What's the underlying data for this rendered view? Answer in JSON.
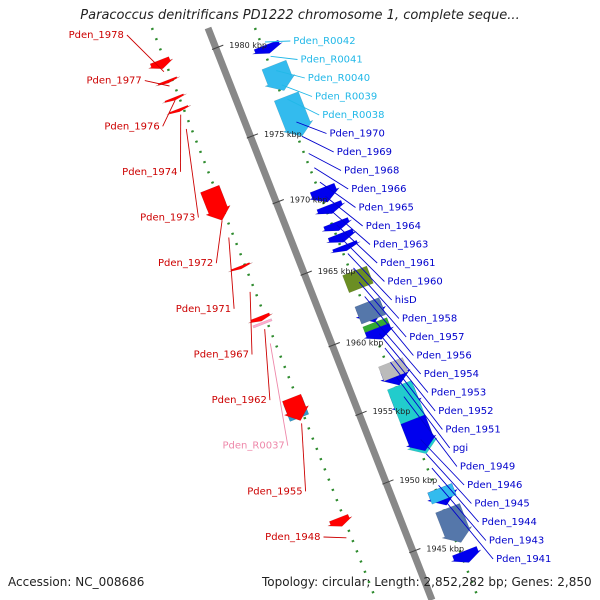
{
  "title": "Paracoccus denitrificans PD1222 chromosome 1, complete seque...",
  "footer": {
    "accession": "Accession: NC_008686",
    "topology": "Topology: circular; Length: 2,852,282 bp; Genes: 2,850"
  },
  "colors": {
    "backbone": "#888888",
    "forward_tick": "#2e8b2e",
    "reverse_label": "#cc0000",
    "reverse_rna_label": "#ee88aa",
    "forward_label": "#0000cc",
    "forward_rna_label": "#22b8e8"
  },
  "scale_labels": [
    {
      "text": "1980 kbp",
      "pos": 0.035
    },
    {
      "text": "1975 kbp",
      "pos": 0.19
    },
    {
      "text": "1970 kbp",
      "pos": 0.305
    },
    {
      "text": "1965 kbp",
      "pos": 0.43
    },
    {
      "text": "1960 kbp",
      "pos": 0.555
    },
    {
      "text": "1955 kbp",
      "pos": 0.675
    },
    {
      "text": "1950 kbp",
      "pos": 0.795
    },
    {
      "text": "1945 kbp",
      "pos": 0.915
    }
  ],
  "left_labels": [
    {
      "text": "Pden_1978",
      "type": "cds",
      "pos": 0.04
    },
    {
      "text": "Pden_1977",
      "type": "cds",
      "pos": 0.065
    },
    {
      "text": "Pden_1976",
      "type": "cds",
      "pos": 0.09
    },
    {
      "text": "Pden_1974",
      "type": "cds",
      "pos": 0.115
    },
    {
      "text": "Pden_1973",
      "type": "cds",
      "pos": 0.14
    },
    {
      "text": "Pden_1972",
      "type": "cds",
      "pos": 0.3
    },
    {
      "text": "Pden_1971",
      "type": "cds",
      "pos": 0.33
    },
    {
      "text": "Pden_1967",
      "type": "cds",
      "pos": 0.425
    },
    {
      "text": "Pden_1962",
      "type": "cds",
      "pos": 0.49
    },
    {
      "text": "Pden_R0037",
      "type": "rna",
      "pos": 0.515
    },
    {
      "text": "Pden_1955",
      "type": "cds",
      "pos": 0.655
    },
    {
      "text": "Pden_1948",
      "type": "cds",
      "pos": 0.855
    }
  ],
  "right_labels": [
    {
      "text": "Pden_R0042",
      "type": "rna",
      "pos": 0.055
    },
    {
      "text": "Pden_R0041",
      "type": "rna",
      "pos": 0.08
    },
    {
      "text": "Pden_R0040",
      "type": "rna",
      "pos": 0.105
    },
    {
      "text": "Pden_R0039",
      "type": "rna",
      "pos": 0.13
    },
    {
      "text": "Pden_R0038",
      "type": "rna",
      "pos": 0.155
    },
    {
      "text": "Pden_1970",
      "type": "cds",
      "pos": 0.195
    },
    {
      "text": "Pden_1969",
      "type": "cds",
      "pos": 0.22
    },
    {
      "text": "Pden_1968",
      "type": "cds",
      "pos": 0.25
    },
    {
      "text": "Pden_1966",
      "type": "cds",
      "pos": 0.275
    },
    {
      "text": "Pden_1965",
      "type": "cds",
      "pos": 0.3
    },
    {
      "text": "Pden_1964",
      "type": "cds",
      "pos": 0.325
    },
    {
      "text": "Pden_1963",
      "type": "cds",
      "pos": 0.35
    },
    {
      "text": "Pden_1961",
      "type": "cds",
      "pos": 0.375
    },
    {
      "text": "Pden_1960",
      "type": "cds",
      "pos": 0.4
    },
    {
      "text": "hisD",
      "type": "cds",
      "pos": 0.425
    },
    {
      "text": "Pden_1958",
      "type": "cds",
      "pos": 0.45
    },
    {
      "text": "Pden_1957",
      "type": "cds",
      "pos": 0.475
    },
    {
      "text": "Pden_1956",
      "type": "cds",
      "pos": 0.5
    },
    {
      "text": "Pden_1954",
      "type": "cds",
      "pos": 0.54
    },
    {
      "text": "Pden_1953",
      "type": "cds",
      "pos": 0.565
    },
    {
      "text": "Pden_1952",
      "type": "cds",
      "pos": 0.59
    },
    {
      "text": "Pden_1951",
      "type": "cds",
      "pos": 0.615
    },
    {
      "text": "pgi",
      "type": "cds",
      "pos": 0.64
    },
    {
      "text": "Pden_1949",
      "type": "cds",
      "pos": 0.675
    },
    {
      "text": "Pden_1946",
      "type": "cds",
      "pos": 0.75
    },
    {
      "text": "Pden_1945",
      "type": "cds",
      "pos": 0.775
    },
    {
      "text": "Pden_1944",
      "type": "cds",
      "pos": 0.8
    },
    {
      "text": "Pden_1943",
      "type": "cds",
      "pos": 0.83
    },
    {
      "text": "Pden_1941",
      "type": "cds",
      "pos": 0.855
    }
  ],
  "features": [
    {
      "strand": "reverse",
      "color": "#ff0000",
      "start": 0.02,
      "end": 0.035,
      "arrow": true
    },
    {
      "strand": "reverse",
      "color": "#ff0000",
      "start": 0.055,
      "end": 0.06,
      "arrow": true
    },
    {
      "strand": "reverse",
      "color": "#ff0000",
      "start": 0.085,
      "end": 0.09,
      "arrow": true
    },
    {
      "strand": "reverse",
      "color": "#ff0000",
      "start": 0.105,
      "end": 0.11,
      "arrow": true
    },
    {
      "strand": "reverse",
      "color": "#ff4488",
      "start": 0.245,
      "end": 0.275,
      "arrow": false
    },
    {
      "strand": "reverse",
      "color": "#ff0000",
      "start": 0.245,
      "end": 0.3,
      "arrow": true
    },
    {
      "strand": "reverse",
      "color": "#ff0000",
      "start": 0.38,
      "end": 0.385,
      "arrow": true
    },
    {
      "strand": "reverse",
      "color": "#ff0000",
      "start": 0.468,
      "end": 0.476,
      "arrow": true
    },
    {
      "strand": "reverse",
      "color": "#ffaacc",
      "start": 0.478,
      "end": 0.482,
      "arrow": false
    },
    {
      "strand": "reverse",
      "color": "#22cccc",
      "start": 0.615,
      "end": 0.645,
      "arrow": false
    },
    {
      "strand": "reverse",
      "color": "#3399cc",
      "start": 0.615,
      "end": 0.645,
      "arrow": false
    },
    {
      "strand": "reverse",
      "color": "#ff0000",
      "start": 0.61,
      "end": 0.65,
      "arrow": true
    },
    {
      "strand": "reverse",
      "color": "#ff0000",
      "start": 0.82,
      "end": 0.835,
      "arrow": true
    },
    {
      "strand": "forward",
      "color": "#0000ee",
      "start": 0.06,
      "end": 0.075,
      "arrow": true
    },
    {
      "strand": "forward",
      "color": "#33bbee",
      "start": 0.095,
      "end": 0.14,
      "arrow": true
    },
    {
      "strand": "forward",
      "color": "#33bbee",
      "start": 0.15,
      "end": 0.22,
      "arrow": true
    },
    {
      "strand": "forward",
      "color": "#0000ee",
      "start": 0.31,
      "end": 0.335,
      "arrow": true
    },
    {
      "strand": "forward",
      "color": "#0000ee",
      "start": 0.34,
      "end": 0.355,
      "arrow": true
    },
    {
      "strand": "forward",
      "color": "#0000ee",
      "start": 0.37,
      "end": 0.385,
      "arrow": true
    },
    {
      "strand": "forward",
      "color": "#0000ee",
      "start": 0.39,
      "end": 0.405,
      "arrow": true
    },
    {
      "strand": "forward",
      "color": "#0000ee",
      "start": 0.41,
      "end": 0.42,
      "arrow": true
    },
    {
      "strand": "forward",
      "color": "#6b8e23",
      "start": 0.455,
      "end": 0.485,
      "arrow": false
    },
    {
      "strand": "forward",
      "color": "#0000ee",
      "start": 0.515,
      "end": 0.545,
      "arrow": true
    },
    {
      "strand": "forward",
      "color": "#5577aa",
      "start": 0.51,
      "end": 0.54,
      "arrow": false
    },
    {
      "strand": "forward",
      "color": "#33aa33",
      "start": 0.545,
      "end": 0.555,
      "arrow": false
    },
    {
      "strand": "forward",
      "color": "#0000ee",
      "start": 0.555,
      "end": 0.575,
      "arrow": true
    },
    {
      "strand": "forward",
      "color": "#0000ee",
      "start": 0.625,
      "end": 0.655,
      "arrow": true
    },
    {
      "strand": "forward",
      "color": "#bbbbbb",
      "start": 0.615,
      "end": 0.64,
      "arrow": false
    },
    {
      "strand": "forward",
      "color": "#0000ee",
      "start": 0.665,
      "end": 0.705,
      "arrow": true
    },
    {
      "strand": "forward",
      "color": "#22cccc",
      "start": 0.655,
      "end": 0.775,
      "arrow": true
    },
    {
      "strand": "forward",
      "color": "#0000ee",
      "start": 0.715,
      "end": 0.77,
      "arrow": true
    },
    {
      "strand": "forward",
      "color": "#0000ee",
      "start": 0.835,
      "end": 0.865,
      "arrow": true
    },
    {
      "strand": "forward",
      "color": "#33bbee",
      "start": 0.835,
      "end": 0.855,
      "arrow": false
    },
    {
      "strand": "forward",
      "color": "#5577aa",
      "start": 0.87,
      "end": 0.93,
      "arrow": true
    },
    {
      "strand": "forward",
      "color": "#0000ee",
      "start": 0.945,
      "end": 0.965,
      "arrow": true
    }
  ]
}
